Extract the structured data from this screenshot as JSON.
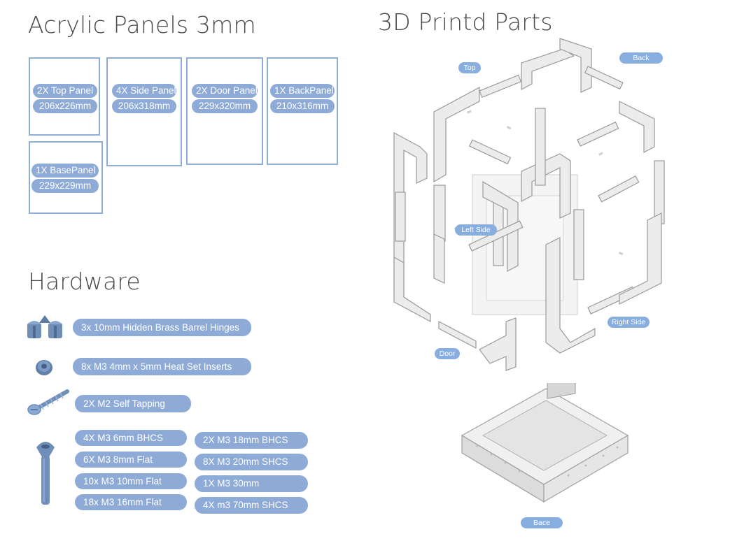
{
  "sections": {
    "acrylic_title": "Acrylic Panels 3mm",
    "printed_title": "3D Printd Parts",
    "hardware_title": "Hardware"
  },
  "panels": [
    {
      "count_name": "2X Top Panel",
      "size": "206x226mm"
    },
    {
      "count_name": "4X Side Panel",
      "size": "206x318mm"
    },
    {
      "count_name": "2X Door Panel",
      "size": "229x320mm"
    },
    {
      "count_name": "1X BackPanel",
      "size": "210x316mm"
    },
    {
      "count_name": "1X BasePanel",
      "size": "229x229mm"
    }
  ],
  "hardware": {
    "hinges": "3x 10mm Hidden Brass Barrel Hinges",
    "inserts": "8x M3 4mm x 5mm Heat Set Inserts",
    "self_tapping": "2X M2 Self Tapping",
    "screws_left": [
      "4X M3 6mm BHCS",
      "6X M3 8mm Flat",
      "10x M3 10mm Flat",
      "18x M3 16mm Flat"
    ],
    "screws_right": [
      "2X M3 18mm BHCS",
      "8X M3 20mm SHCS",
      "1X M3 30mm",
      "4X m3 70mm SHCS"
    ]
  },
  "part_labels": {
    "top": "Top",
    "back": "Back",
    "left_side": "Left Side",
    "right_side": "Right Side",
    "door": "Door",
    "base": "Bace"
  },
  "colors": {
    "accent": "#8eaad6",
    "panel_outline": "#8eaed8",
    "icon_blue": "#6f8eb8",
    "part_grey": "#e6e6e6"
  }
}
